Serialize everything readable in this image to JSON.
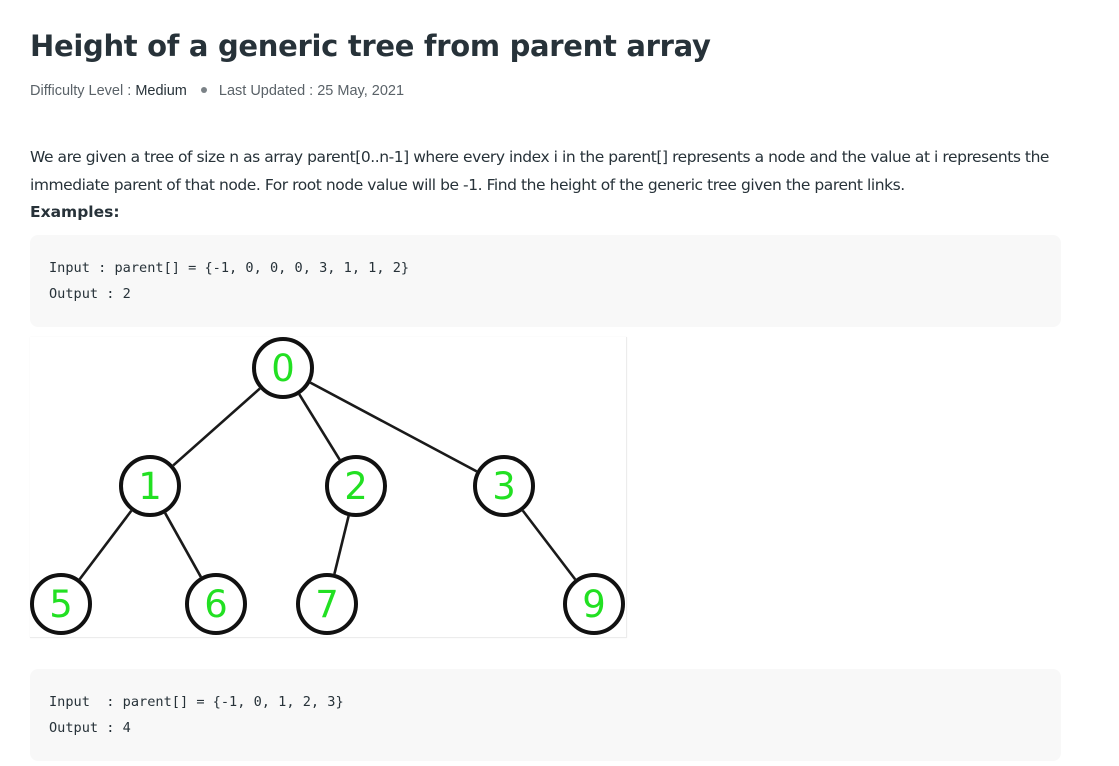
{
  "article": {
    "title": "Height of a generic tree from parent array",
    "meta": {
      "difficulty_label": "Difficulty Level : ",
      "difficulty_value": "Medium",
      "updated_label": "Last Updated : ",
      "updated_value": "25 May, 2021"
    },
    "description": "We are given a tree of size n as array parent[0..n-1] where every index i in the parent[] represents a node and the value at i represents the immediate parent of that node. For root node value will be -1. Find the height of the generic tree given the parent links.",
    "examples_heading": "Examples:",
    "example1": {
      "input": "Input : parent[] = {-1, 0, 0, 0, 3, 1, 1, 2}",
      "output": "Output : 2"
    },
    "example2": {
      "input": "Input  : parent[] = {-1, 0, 1, 2, 3}",
      "output": "Output : 4"
    },
    "tree_figure": {
      "nodes": [
        "0",
        "1",
        "2",
        "3",
        "5",
        "6",
        "7",
        "9"
      ],
      "edges": [
        [
          "0",
          "1"
        ],
        [
          "0",
          "2"
        ],
        [
          "0",
          "3"
        ],
        [
          "1",
          "5"
        ],
        [
          "1",
          "6"
        ],
        [
          "2",
          "7"
        ],
        [
          "3",
          "9"
        ]
      ],
      "colors": {
        "label": "#22e022",
        "stroke": "#111111",
        "edge": "#1a1a1a"
      }
    }
  }
}
